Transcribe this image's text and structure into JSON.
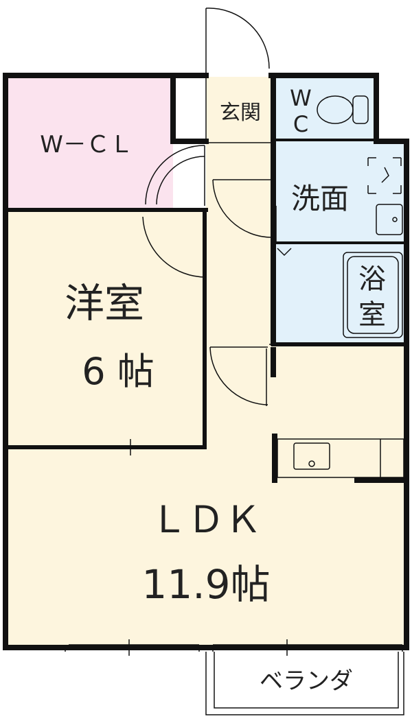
{
  "rooms": {
    "wcl": "W－ＣＬ",
    "genkan": "玄関",
    "wc_top": "W",
    "wc_bottom": "C",
    "senmen": "洗面",
    "yoku_top": "浴",
    "yoku_bottom": "室",
    "youshitsu": "洋室",
    "youshitsu_size": "6 帖",
    "ldk": "ＬＤＫ",
    "ldk_size": "11.9帖",
    "veranda": "ベランダ"
  },
  "colors": {
    "wall": "#111111",
    "wcl_fill": "#fbe3ee",
    "room_fill": "#fdf5de",
    "wet_fill": "#e2f1fa",
    "veranda_fill": "#ffffff"
  }
}
